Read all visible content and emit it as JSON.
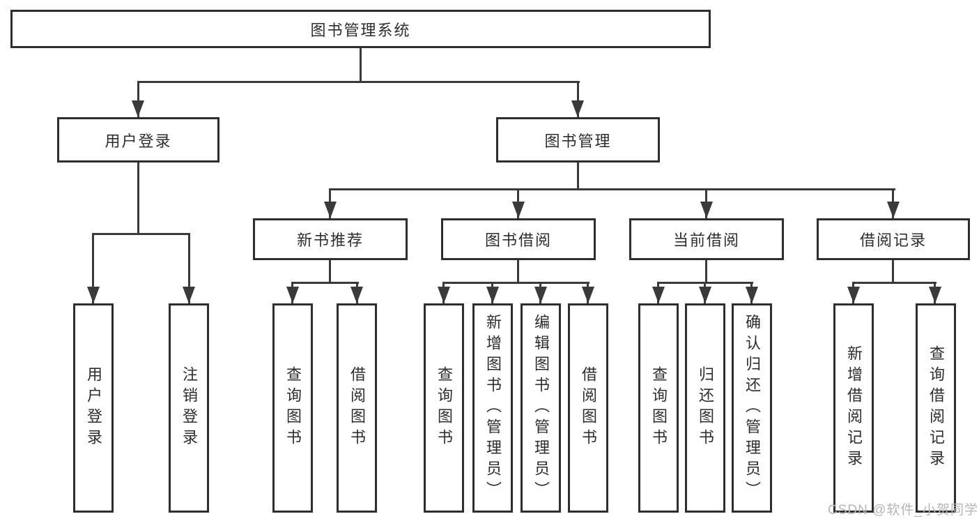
{
  "colors": {
    "line": "#3a3a3a",
    "border": "#2e2e2e",
    "text": "#2d2d2d",
    "background": "#ffffff",
    "watermark": "#b5b5b5"
  },
  "watermark": {
    "text": "CSDN @软件_小贺同学"
  },
  "diagram": {
    "root": {
      "label": "图书管理系统"
    },
    "level2": [
      {
        "label": "用户登录"
      },
      {
        "label": "图书管理"
      }
    ],
    "level3": [
      {
        "label": "新书推荐",
        "parent": "图书管理"
      },
      {
        "label": "图书借阅",
        "parent": "图书管理"
      },
      {
        "label": "当前借阅",
        "parent": "图书管理"
      },
      {
        "label": "借阅记录",
        "parent": "图书管理"
      }
    ],
    "leaves": [
      {
        "label": "用户登录",
        "parent": "用户登录"
      },
      {
        "label": "注销登录",
        "parent": "用户登录"
      },
      {
        "label": "查询图书",
        "parent": "新书推荐"
      },
      {
        "label": "借阅图书",
        "parent": "新书推荐"
      },
      {
        "label": "查询图书",
        "parent": "图书借阅"
      },
      {
        "label": "新增图书（管理员）",
        "parent": "图书借阅"
      },
      {
        "label": "编辑图书（管理员）",
        "parent": "图书借阅"
      },
      {
        "label": "借阅图书",
        "parent": "图书借阅"
      },
      {
        "label": "查询图书",
        "parent": "当前借阅"
      },
      {
        "label": "归还图书",
        "parent": "当前借阅"
      },
      {
        "label": "确认归还（管理员）",
        "parent": "当前借阅"
      },
      {
        "label": "新增借阅记录",
        "parent": "借阅记录"
      },
      {
        "label": "查询借阅记录",
        "parent": "借阅记录"
      }
    ]
  }
}
